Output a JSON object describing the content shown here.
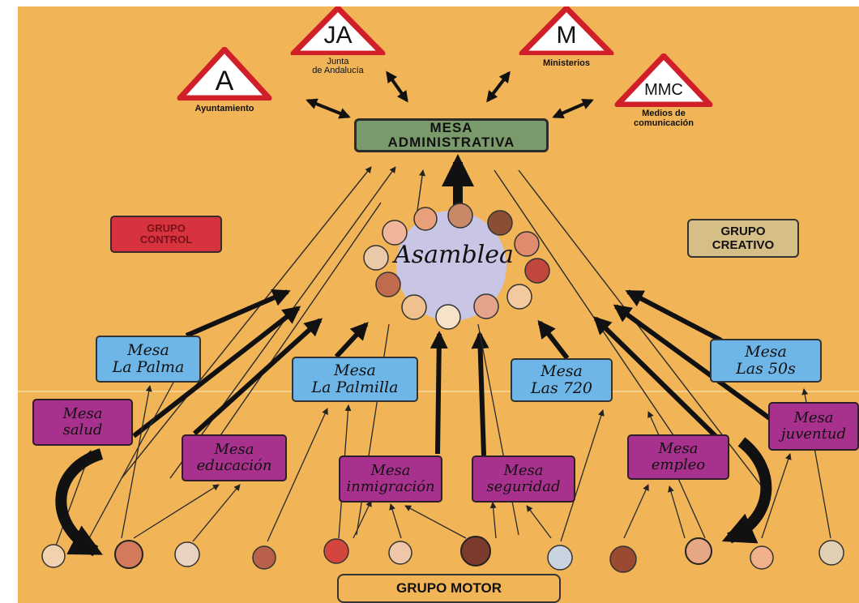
{
  "colors": {
    "paper": "#f1b456",
    "mesa_administrativa": "#7b9a6c",
    "grupo_control": "#d7333f",
    "grupo_creativo": "#d6bf86",
    "mesa_territorial": "#6fb6e8",
    "mesa_tematica": "#a8318d",
    "asamblea": "#c8c6e4"
  },
  "institutions": [
    {
      "letters": "A",
      "label": "Ayuntamiento"
    },
    {
      "letters": "JA",
      "label_line1": "Junta",
      "label_line2": "de Andalucía"
    },
    {
      "letters": "M",
      "label": "Ministerios"
    },
    {
      "letters": "MMC",
      "label_line1": "Medios de",
      "label_line2": "comunicación"
    }
  ],
  "mesa_administrativa": {
    "line1": "MESA",
    "line2": "ADMINISTRATIVA"
  },
  "grupo_control": {
    "line1": "GRUPO",
    "line2": "CONTROL"
  },
  "grupo_creativo": {
    "line1": "GRUPO",
    "line2": "CREATIVO"
  },
  "asamblea": "Asamblea",
  "mesas_territoriales": [
    {
      "line1": "Mesa",
      "line2": "La Palma"
    },
    {
      "line1": "Mesa",
      "line2": "La Palmilla"
    },
    {
      "line1": "Mesa",
      "line2": "Las 720"
    },
    {
      "line1": "Mesa",
      "line2": "Las 50s"
    }
  ],
  "mesas_tematicas": [
    {
      "line1": "Mesa",
      "line2": "salud"
    },
    {
      "line1": "Mesa",
      "line2": "educación"
    },
    {
      "line1": "Mesa",
      "line2": "inmigración"
    },
    {
      "line1": "Mesa",
      "line2": "seguridad"
    },
    {
      "line1": "Mesa",
      "line2": "empleo"
    },
    {
      "line1": "Mesa",
      "line2": "juventud"
    }
  ],
  "grupo_motor": "GRUPO MOTOR"
}
